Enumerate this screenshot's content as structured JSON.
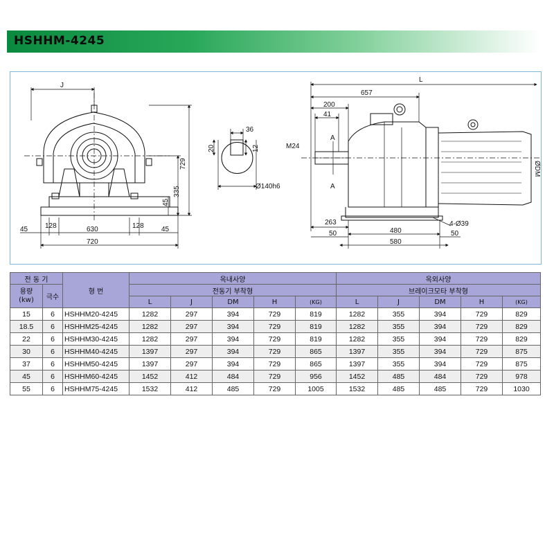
{
  "title": "HSHHM-4245",
  "front_view": {
    "dims": {
      "J": "J",
      "h729": "729",
      "h335": "335",
      "h45": "45",
      "w45l": "45",
      "w128l": "128",
      "w630": "630",
      "w128r": "128",
      "w45r": "45",
      "w720": "720"
    }
  },
  "shaft_detail": {
    "dims": {
      "d36": "36",
      "d20": "20",
      "d12": "12",
      "d140": "Ø140h6"
    }
  },
  "side_view": {
    "dims": {
      "L": "L",
      "d657": "657",
      "d200": "200",
      "d41": "41",
      "m24": "M24",
      "a1": "A",
      "a2": "A",
      "d263": "263",
      "d480": "480",
      "d4_39": "4-Ø39",
      "d50l": "50",
      "d50r": "50",
      "d580": "580",
      "dm": "ØDM"
    }
  },
  "table": {
    "h_motor": "전 동 기",
    "h_model": "형 번",
    "h_indoor": "옥내사양",
    "h_indoor_sub": "전동기 부착형",
    "h_outdoor": "옥외사양",
    "h_outdoor_sub": "브레이크모타 부착형",
    "h_cap": "용량",
    "h_cap_unit": "(kw)",
    "h_pole": "극수",
    "cols": [
      "L",
      "J",
      "DM",
      "H",
      "(KG)",
      "L",
      "J",
      "DM",
      "H",
      "(KG)"
    ],
    "rows": [
      [
        "15",
        "6",
        "HSHHM20-4245",
        "1282",
        "297",
        "394",
        "729",
        "819",
        "1282",
        "355",
        "394",
        "729",
        "829"
      ],
      [
        "18.5",
        "6",
        "HSHHM25-4245",
        "1282",
        "297",
        "394",
        "729",
        "819",
        "1282",
        "355",
        "394",
        "729",
        "829"
      ],
      [
        "22",
        "6",
        "HSHHM30-4245",
        "1282",
        "297",
        "394",
        "729",
        "819",
        "1282",
        "355",
        "394",
        "729",
        "829"
      ],
      [
        "30",
        "6",
        "HSHHM40-4245",
        "1397",
        "297",
        "394",
        "729",
        "865",
        "1397",
        "355",
        "394",
        "729",
        "875"
      ],
      [
        "37",
        "6",
        "HSHHM50-4245",
        "1397",
        "297",
        "394",
        "729",
        "865",
        "1397",
        "355",
        "394",
        "729",
        "875"
      ],
      [
        "45",
        "6",
        "HSHHM60-4245",
        "1452",
        "412",
        "484",
        "729",
        "956",
        "1452",
        "485",
        "484",
        "729",
        "978"
      ],
      [
        "55",
        "6",
        "HSHHM75-4245",
        "1532",
        "412",
        "485",
        "729",
        "1005",
        "1532",
        "485",
        "485",
        "729",
        "1030"
      ]
    ]
  }
}
